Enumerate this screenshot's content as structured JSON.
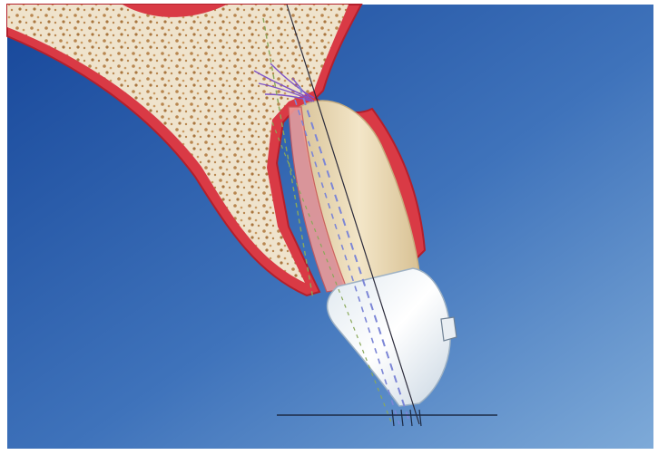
{
  "colors": {
    "frame": "#ffffff",
    "background_top": "#17479a",
    "background_bottom": "#7eaad8",
    "gingiva": "#d93a45",
    "gingiva_dark": "#b41f2b",
    "bone": "#efe3cc",
    "bone_pores": "#b8864f",
    "tooth_root": "#ead9b4",
    "crown": "#f1f4f7",
    "periodontal_ligament": "#eb9a98",
    "nerve": "#7f54c8",
    "axis_dashed": "#7c86d6",
    "axis_solid": "#2a2a3a",
    "bone_crest_dashed": "#8aa85a",
    "occlusal_line": "#1c2a44"
  },
  "icons": [
    "bone-texture",
    "tooth-crown",
    "tooth-root",
    "nerve-bundle",
    "occlusal-plane"
  ]
}
